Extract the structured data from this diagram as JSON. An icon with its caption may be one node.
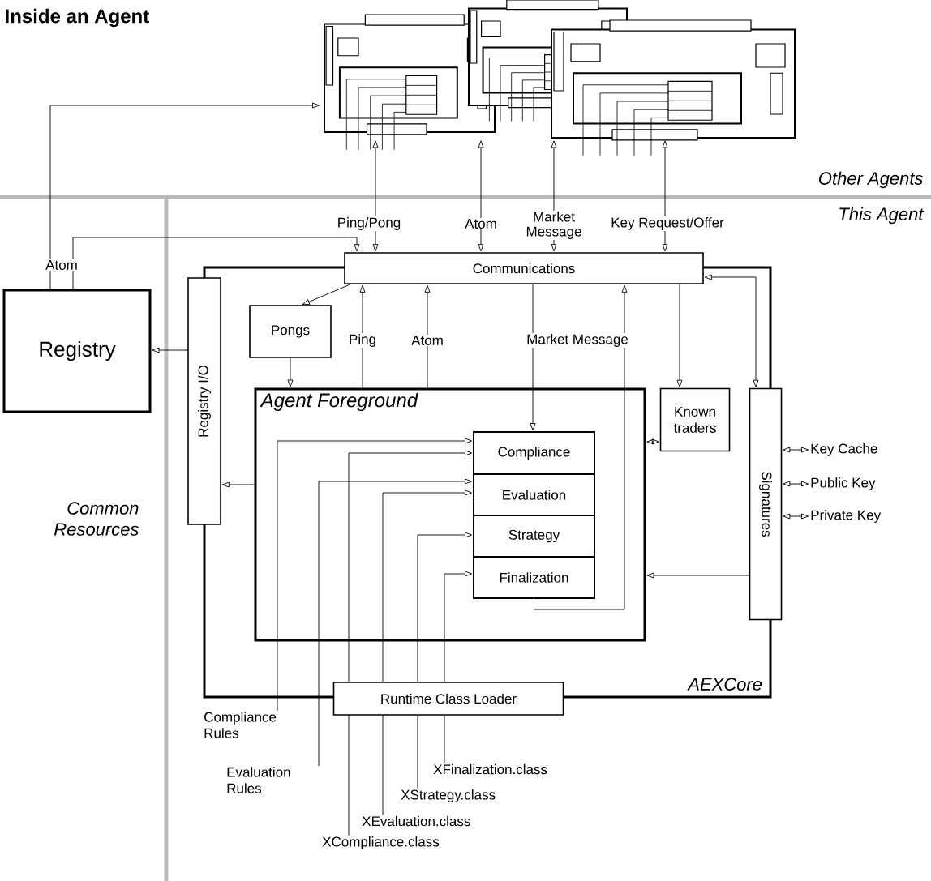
{
  "diagram": {
    "title": "Inside an Agent",
    "nodes": [
      {
        "text": [],
        "shape": "picture"
      },
      {
        "text": [
          "Registry"
        ]
      },
      {
        "text": [
          "AEXCore"
        ]
      },
      {
        "text": [
          "Communications"
        ]
      },
      {
        "text": [
          "Registry I/O"
        ]
      },
      {
        "text": [
          "Pongs"
        ],
        "in": 2
      },
      {
        "text": [
          "Agent Foreground"
        ],
        "in": 2
      },
      {
        "text": [
          "Compliance"
        ],
        "in": 6
      },
      {
        "text": [
          "Evaluation"
        ],
        "in": 6
      },
      {
        "text": [
          "Strategy"
        ],
        "in": 6
      },
      {
        "text": [
          "Finalization"
        ],
        "in": 6
      },
      {
        "text": [
          "Known traders"
        ],
        "in": 2
      },
      {
        "text": [
          "Signatures"
        ]
      },
      {
        "text": [
          "Runtime Class Loader"
        ]
      },
      {
        "text": [
          "Key Cache"
        ]
      },
      {
        "text": [
          "Public Key"
        ]
      },
      {
        "text": [
          "Private Key"
        ]
      },
      {
        "text": [
          "Compliance Rules"
        ]
      },
      {
        "text": [
          "Evaluation Rules"
        ]
      },
      {
        "text": [
          "XCompliance.class"
        ]
      },
      {
        "text": [
          "XEvaluation.class"
        ]
      },
      {
        "text": [
          "XStrategy.class"
        ]
      },
      {
        "text": [
          "XFinalization.class"
        ]
      }
    ],
    "edges": [
      {
        "from": 1,
        "to": 0,
        "arrow": "to",
        "label": "Atom"
      },
      {
        "from": 1,
        "to": 3,
        "arrow": "to"
      },
      {
        "from": 0,
        "to": 3,
        "arrow": "both",
        "label": "Ping/Pong"
      },
      {
        "from": 0,
        "to": 3,
        "arrow": "both",
        "label": "Atom"
      },
      {
        "from": 0,
        "to": 3,
        "arrow": "both",
        "label": "Market Message"
      },
      {
        "from": 0,
        "to": 3,
        "arrow": "both",
        "label": "Key Request/Offer"
      },
      {
        "from": 3,
        "to": 5,
        "arrow": "to"
      },
      {
        "from": 5,
        "to": 6,
        "arrow": "to"
      },
      {
        "from": 6,
        "to": 3,
        "arrow": "to",
        "label": "Ping"
      },
      {
        "from": 6,
        "to": 3,
        "arrow": "to",
        "label": "Atom"
      },
      {
        "from": 3,
        "to": 7,
        "arrow": "to",
        "label": "Market Message"
      },
      {
        "from": 10,
        "to": 3,
        "arrow": "to"
      },
      {
        "from": 3,
        "to": 11,
        "arrow": "to"
      },
      {
        "from": 3,
        "to": 12,
        "arrow": "both"
      },
      {
        "from": 6,
        "to": 11,
        "arrow": "both"
      },
      {
        "from": 12,
        "to": 6,
        "arrow": "to"
      },
      {
        "from": 6,
        "to": 4,
        "arrow": "to"
      },
      {
        "from": 4,
        "to": 1,
        "arrow": "to"
      },
      {
        "from": 12,
        "to": 14,
        "arrow": "both"
      },
      {
        "from": 12,
        "to": 15,
        "arrow": "both"
      },
      {
        "from": 12,
        "to": 16,
        "arrow": "both"
      },
      {
        "from": 17,
        "to": 7,
        "arrow": "to"
      },
      {
        "from": 18,
        "to": 8,
        "arrow": "to"
      },
      {
        "from": 19,
        "to": 13,
        "arrow": "none"
      },
      {
        "from": 13,
        "to": 7,
        "arrow": "to"
      },
      {
        "from": 20,
        "to": 13,
        "arrow": "none"
      },
      {
        "from": 13,
        "to": 8,
        "arrow": "to"
      },
      {
        "from": 21,
        "to": 13,
        "arrow": "none"
      },
      {
        "from": 13,
        "to": 9,
        "arrow": "to"
      },
      {
        "from": 22,
        "to": 13,
        "arrow": "none"
      },
      {
        "from": 13,
        "to": 10,
        "arrow": "to"
      }
    ],
    "labels": [
      "Other Agents",
      "This Agent",
      "Common Resources"
    ]
  }
}
